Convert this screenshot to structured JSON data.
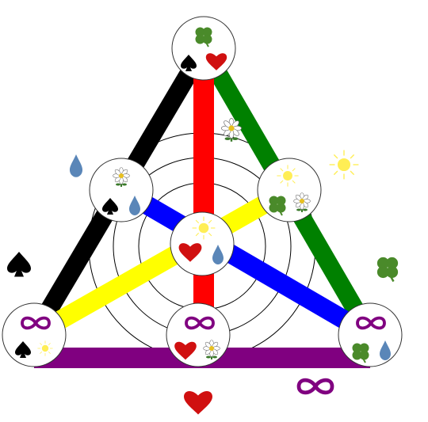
{
  "colors": {
    "background": "#ffffff",
    "left_edge": "#000000",
    "right_edge": "#008000",
    "bottom_edge": "#800080",
    "vertical_bar": "#ff0000",
    "blue_bar": "#0000ff",
    "yellow_bar": "#ffff00",
    "spade": "#000000",
    "heart": "#d01010",
    "clover": "#4a8a2a",
    "drop": "#5a86b8",
    "sun": "#ffee55",
    "infinity": "#800080",
    "node_fill": "#ffffff",
    "node_stroke": "#333333"
  },
  "concentric_circles": 3,
  "nodes": [
    {
      "name": "top",
      "symbols": [
        "clover-icon",
        "spade-icon",
        "heart-icon"
      ]
    },
    {
      "name": "left-mid",
      "symbols": [
        "daisy-icon",
        "spade-icon",
        "drop-icon"
      ]
    },
    {
      "name": "right-mid",
      "symbols": [
        "sun-icon",
        "clover-icon",
        "daisy-icon"
      ]
    },
    {
      "name": "center",
      "symbols": [
        "sun-icon",
        "heart-icon",
        "drop-icon"
      ]
    },
    {
      "name": "bottom-left",
      "symbols": [
        "infinity-icon",
        "spade-icon",
        "sun-icon"
      ]
    },
    {
      "name": "bottom-mid",
      "symbols": [
        "infinity-icon",
        "heart-icon",
        "daisy-icon"
      ]
    },
    {
      "name": "bottom-right",
      "symbols": [
        "infinity-icon",
        "clover-icon",
        "drop-icon"
      ]
    }
  ],
  "outer_symbols": [
    "daisy-icon",
    "drop-icon",
    "sun-icon",
    "spade-icon",
    "clover-icon",
    "infinity-icon",
    "heart-icon"
  ]
}
